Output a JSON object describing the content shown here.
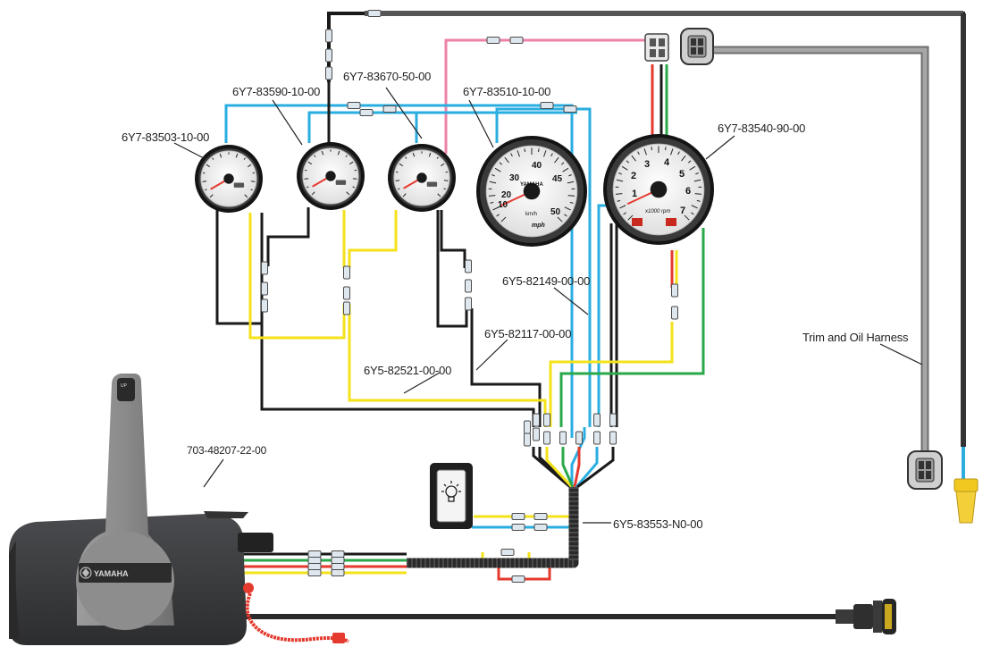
{
  "labels": {
    "fuel_gauge": "6Y7-83503-10-00",
    "oil_gauge": "6Y7-83590-10-00",
    "trim_gauge": "6Y7-83670-50-00",
    "speedometer": "6Y7-83510-10-00",
    "tachometer": "6Y7-83540-90-00",
    "harness_82149": "6Y5-82149-00-00",
    "harness_82117": "6Y5-82117-00-00",
    "harness_82521": "6Y5-82521-00-00",
    "main_harness": "6Y5-83553-N0-00",
    "remote_control": "703-48207-22-00",
    "trim_oil_harness": "Trim and Oil Harness"
  },
  "speedometer_face": {
    "ticks": [
      "10",
      "20",
      "30",
      "40",
      "45",
      "50"
    ],
    "brand": "YAMAHA",
    "unit_left": "km/h",
    "unit_right": "mph"
  },
  "tachometer_face": {
    "ticks": [
      "1",
      "2",
      "3",
      "4",
      "5",
      "6",
      "7"
    ],
    "unit": "x1000 rpm"
  },
  "remote_box": {
    "brand": "YAMAHA",
    "handle_badge": "UP"
  },
  "colors": {
    "black": "#1a1a1a",
    "blue": "#2aaee0",
    "yellow": "#f4e21a",
    "pink": "#ee82a8",
    "red": "#e53a2e",
    "green": "#2aa84a",
    "gray": "#9a9a9a",
    "body": "#3a3b3d"
  }
}
